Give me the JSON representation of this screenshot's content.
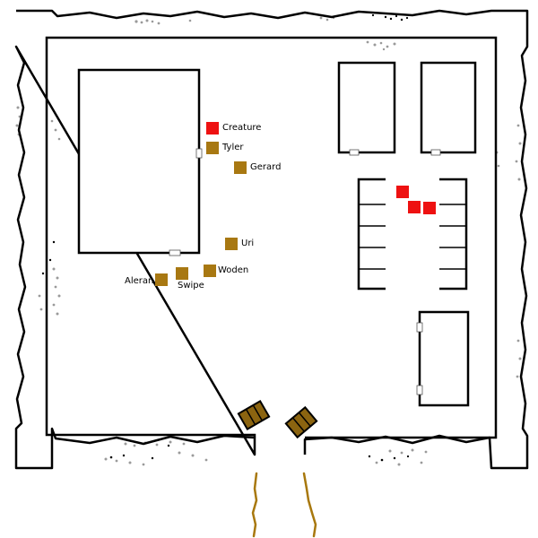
{
  "map": {
    "colors": {
      "background": "#ffffff",
      "wall": "#000000",
      "rubble": "#999999",
      "path": "#a8780e",
      "door": "#8b6410",
      "enemy": "#ee1111",
      "ally": "#a87812"
    },
    "tokens": [
      {
        "id": "creature",
        "label": "Creature",
        "faction": "enemy"
      },
      {
        "id": "tyler",
        "label": "Tyler",
        "faction": "ally"
      },
      {
        "id": "gerard",
        "label": "Gerard",
        "faction": "ally"
      },
      {
        "id": "uri",
        "label": "Uri",
        "faction": "ally"
      },
      {
        "id": "woden",
        "label": "Woden",
        "faction": "ally"
      },
      {
        "id": "swipe",
        "label": "Swipe",
        "faction": "ally"
      },
      {
        "id": "aleran",
        "label": "Aleran",
        "faction": "ally"
      },
      {
        "id": "enemy-1",
        "label": "",
        "faction": "enemy"
      },
      {
        "id": "enemy-2",
        "label": "",
        "faction": "enemy"
      },
      {
        "id": "enemy-3",
        "label": "",
        "faction": "enemy"
      }
    ]
  }
}
